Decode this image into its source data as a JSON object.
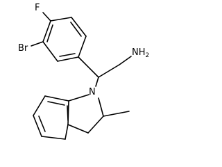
{
  "molecule": {
    "atoms": {
      "fluorine": "F",
      "bromine": "Br",
      "amine": "NH",
      "amine_subscript": "2",
      "nitrogen": "N"
    },
    "colors": {
      "bond": "#000000",
      "label": "#000000",
      "background": "#ffffff"
    }
  }
}
